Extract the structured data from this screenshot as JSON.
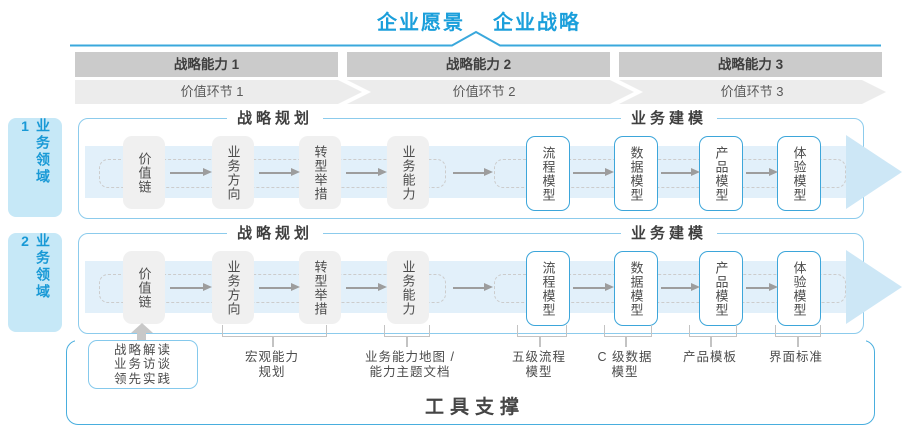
{
  "header": {
    "vision": "企业愿景",
    "strategy": "企业战略"
  },
  "strategic_capabilities": [
    "战略能力 1",
    "战略能力 2",
    "战略能力 3"
  ],
  "value_links": [
    "价值环节 1",
    "价值环节 2",
    "价值环节 3"
  ],
  "domains": [
    {
      "label": "业务领域 1"
    },
    {
      "label": "业务领域 2"
    }
  ],
  "phases": {
    "planning": "战略规划",
    "modeling": "业务建模"
  },
  "flow": {
    "gray_boxes": [
      "价值链",
      "业务方向",
      "转型举措",
      "业务能力"
    ],
    "blue_boxes": [
      "流程模型",
      "数据模型",
      "产品模型",
      "体验模型"
    ]
  },
  "annotations": {
    "practices": [
      "战略解读",
      "业务访谈",
      "领先实践"
    ],
    "items": [
      {
        "lines": [
          "宏观能力",
          "规划"
        ]
      },
      {
        "lines": [
          "业务能力地图 /",
          "能力主题文档"
        ]
      },
      {
        "lines": [
          "五级流程",
          "模型"
        ]
      },
      {
        "lines": [
          "C 级数据",
          "模型"
        ]
      },
      {
        "lines": [
          "产品模板"
        ]
      },
      {
        "lines": [
          "界面标准"
        ]
      }
    ]
  },
  "footer": {
    "tool_support": "工具支撑"
  },
  "colors": {
    "accent_blue": "#1b9fdb",
    "line_blue": "#3aa8dc",
    "pill_fill": "#c6e8f7",
    "band_fill": "#e2f0fa",
    "arrowhead_fill": "#cde7f6",
    "bar_gray": "#cbcbcb",
    "chevron_gray": "#ececec",
    "box_gray": "#f0f0f0",
    "blue_box_border": "#3da6da",
    "flow_arrow_gray": "#9d9d9d"
  }
}
